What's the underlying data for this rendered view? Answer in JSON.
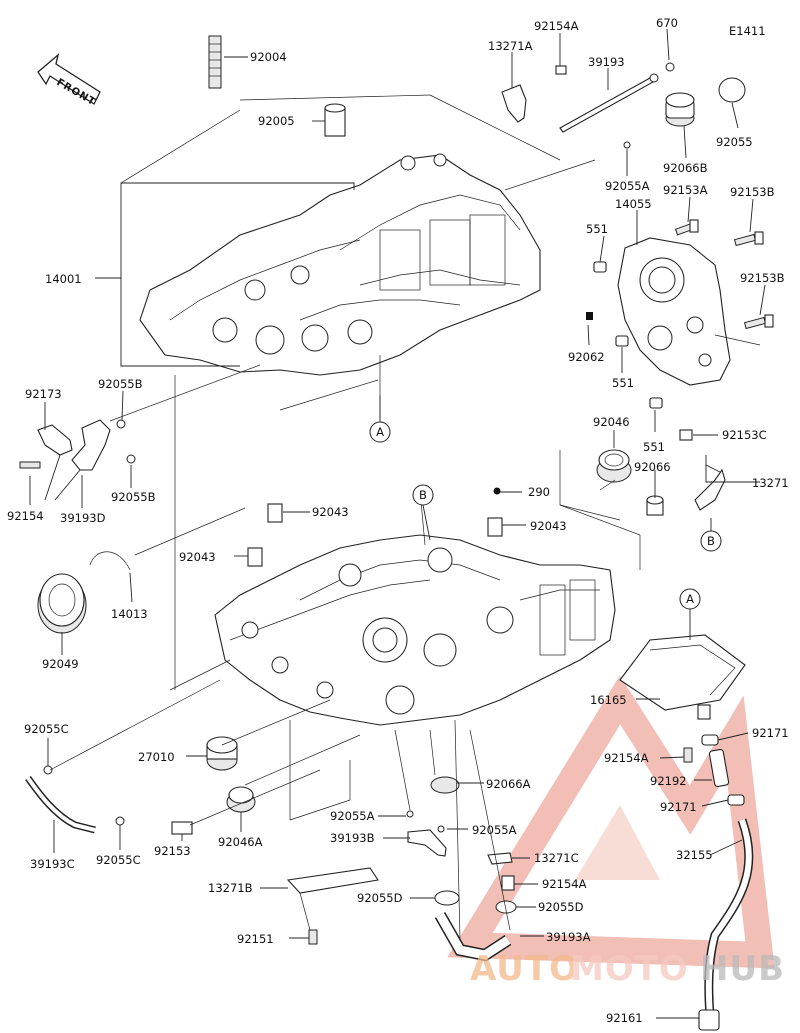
{
  "diagram_code": "E1411",
  "front_label": "FRONT",
  "callouts": {
    "A": "A",
    "B": "B"
  },
  "parts": {
    "p92004": "92004",
    "p92005": "92005",
    "p14001": "14001",
    "p92154A_top": "92154A",
    "p13271A": "13271A",
    "p670": "670",
    "p39193": "39193",
    "p92055": "92055",
    "p92066B": "92066B",
    "p92055A_top": "92055A",
    "p92153A": "92153A",
    "p92153B_1": "92153B",
    "p14055": "14055",
    "p551_1": "551",
    "p92153B_2": "92153B",
    "p92062": "92062",
    "p551_2": "551",
    "p551_3": "551",
    "p92153C": "92153C",
    "p13271": "13271",
    "p92046": "92046",
    "p92066": "92066",
    "p92173": "92173",
    "p92055B_1": "92055B",
    "p92055B_2": "92055B",
    "p92154": "92154",
    "p39193D": "39193D",
    "p290": "290",
    "p92043_1": "92043",
    "p92043_2": "92043",
    "p92043_3": "92043",
    "p14013": "14013",
    "p92049": "92049",
    "p16165": "16165",
    "p92171_1": "92171",
    "p92154A_mid": "92154A",
    "p92192": "92192",
    "p92171_2": "92171",
    "p32155": "32155",
    "p92055C_1": "92055C",
    "p39193C": "39193C",
    "p92055C_2": "92055C",
    "p27010": "27010",
    "p92153": "92153",
    "p92046A": "92046A",
    "p92066A": "92066A",
    "p92055A_low": "92055A",
    "p92055A_low2": "92055A",
    "p39193B": "39193B",
    "p13271C": "13271C",
    "p92154A_low": "92154A",
    "p13271B": "13271B",
    "p92055D_1": "92055D",
    "p92055D_2": "92055D",
    "p39193A": "39193A",
    "p92151": "92151",
    "p92161": "92161"
  },
  "watermark": {
    "part1": "AUTO",
    "part2": "MOTO",
    "part3": "HUB",
    "color_light": "#f5c9c1",
    "color_orange": "#f3b98a",
    "color_gray": "#b9b9b9"
  }
}
